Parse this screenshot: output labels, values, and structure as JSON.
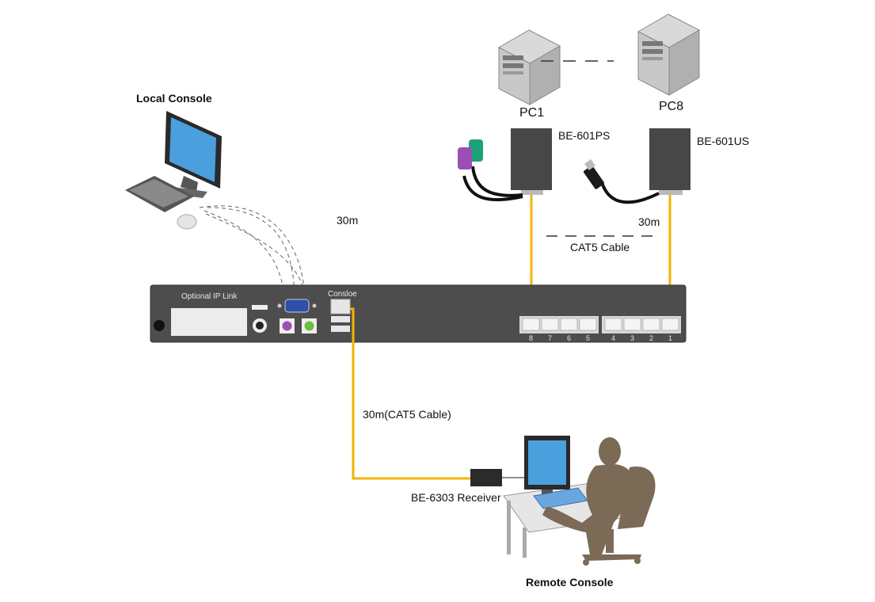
{
  "labels": {
    "local_console": "Local Console",
    "remote_console": "Remote Console",
    "pc1": "PC1",
    "pc8": "PC8",
    "module_ps": "BE-601PS",
    "module_us": "BE-601US",
    "cable_30m_left": "30m",
    "cable_30m_right": "30m",
    "cat5_cable": "CAT5 Cable",
    "cable_30m_cat5": "30m(CAT5 Cable)",
    "receiver": "BE-6303 Receiver",
    "optional_ip_link": "Optional IP Link",
    "console_port": "Consloe"
  },
  "port_numbers": [
    "8",
    "7",
    "6",
    "5",
    "4",
    "3",
    "2",
    "1"
  ],
  "colors": {
    "cable": "#f3b400",
    "switch_body": "#4d4d4d",
    "module": "#454545",
    "silhouette": "#7a6a56"
  }
}
